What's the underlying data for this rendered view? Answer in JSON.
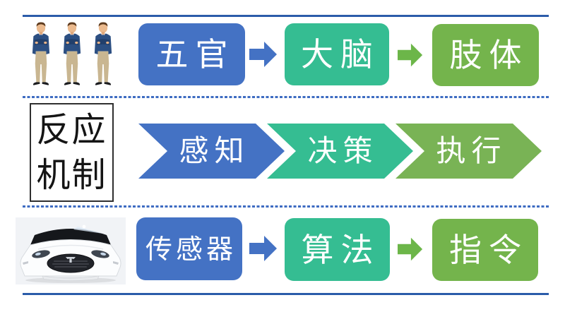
{
  "colors": {
    "step_blue": "#4472C4",
    "step_teal": "#35BD92",
    "step_green": "#74B44C",
    "chevron_green": "#79B355",
    "arrow_blue": "#4472C4",
    "arrow_green": "#6CB649",
    "divider_solid": "#2B5CA9",
    "divider_dashed": "#3E6CC2",
    "frame_border": "#2F2F2F",
    "step_text": "#FFFFFF",
    "frame_text": "#141414"
  },
  "center_label": {
    "line1": "反应",
    "line2": "机制"
  },
  "rows": {
    "human": {
      "icon": "businessmen-icon",
      "steps": [
        {
          "label": "五官",
          "color": "#4472C4"
        },
        {
          "label": "大脑",
          "color": "#35BD92"
        },
        {
          "label": "肢体",
          "color": "#74B44C"
        }
      ]
    },
    "process": {
      "steps": [
        {
          "label": "感知",
          "color": "#4472C4"
        },
        {
          "label": "决策",
          "color": "#35BD92"
        },
        {
          "label": "执行",
          "color": "#79B355"
        }
      ]
    },
    "vehicle": {
      "icon": "tesla-car-icon",
      "steps": [
        {
          "label": "传感器",
          "color": "#4472C4"
        },
        {
          "label": "算法",
          "color": "#35BD92"
        },
        {
          "label": "指令",
          "color": "#74B44C"
        }
      ]
    }
  },
  "arrows": {
    "human": [
      {
        "color": "#4472C4"
      },
      {
        "color": "#6CB649"
      }
    ],
    "vehicle": [
      {
        "color": "#4472C4"
      },
      {
        "color": "#6CB649"
      }
    ]
  }
}
